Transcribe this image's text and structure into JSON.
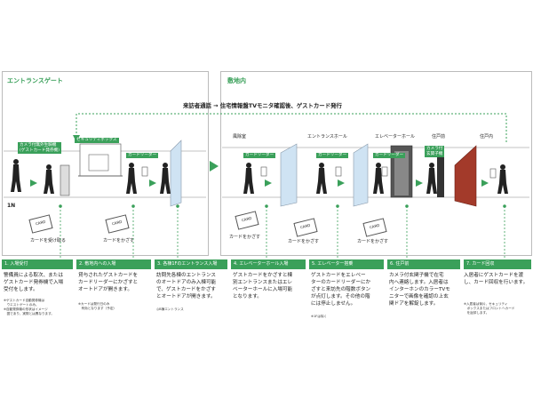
{
  "zones": {
    "entrance_gate": "エントランスゲート",
    "site": "敷地内"
  },
  "top_flow": "来訪者通話 → 住宅情報盤TVモニタ確認後、ゲストカード発行",
  "area_labels": {
    "windbreak": "風除室",
    "entrance_hall": "エントランスホール",
    "elevator_hall": "エレベーターホール",
    "dwelling_front": "住戸前",
    "dwelling_inside": "住戸内"
  },
  "device_labels": {
    "camera_reception": "カメラ付無外生騎機\n(ゲストカード発券機)",
    "security_box": "セキュリティボックス",
    "card_reader": "カードリーダー",
    "camera_door": "カメラ付\n玄関子機"
  },
  "floor_mark": "1N",
  "card_label": "CARD",
  "actions": {
    "receive_card": "カードを受け取る",
    "hold_card": "カードをかざす"
  },
  "steps": [
    {
      "title": "1. 入場受付",
      "body": "警備員による取次、または\nゲストカード発券機で入場\n受付をします。",
      "note": "※ゲストカード自動発券機は\n　ウエストゲートのみ。\n※自動発券機の形状はイメージ\n　図であり、実際とは異なります。"
    },
    {
      "title": "2. 敷地内への入場",
      "body": "貸与されたゲストカードを\nカードリーダーにかざすと\nオートドアが開きます。",
      "note": "※カードは発行日のみ\n　有効となります（予定）"
    },
    {
      "title": "3. 各棟1Fのエントランス入場",
      "body": "訪問先各棟のエントランス\nのオートドアのみ入棟可能\nで、ゲストカードをかざす\nとオートドアが開きます。",
      "note": "◎B棟エントランス"
    },
    {
      "title": "4. エレベーターホール入場",
      "body": "ゲストカードをかざすと棟\n別エントランスまたはエレ\nベーターホールに入場可能\nとなります。",
      "note": ""
    },
    {
      "title": "5. エレベーター搭乗",
      "body": "ゲストカードをエレベー\nターのカードリーダーにか\nざすと来訪先の階数ボタン\nが点灯します。その他の階\nには停止しません。",
      "note": "※1Fは除く"
    },
    {
      "title": "6. 住戸前",
      "body": "カメラ付玄関子機で在宅\n内へ連絡します。入居者は\nインターホンのカラーTVモ\nニターで画像を確認の上玄\n関ドアを解錠します。",
      "note": ""
    },
    {
      "title": "7. カード回収",
      "body": "入居者にゲストカードを渡\nし、カード回収を行います。",
      "note": "※入居者は後片、セキュリティ\n　ボックスまたはフロントへカード\n　を返却します。"
    }
  ]
}
